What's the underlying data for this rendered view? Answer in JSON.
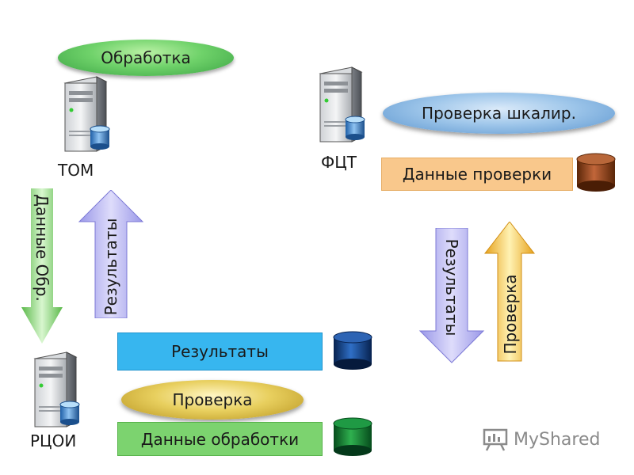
{
  "nodes": {
    "tom": {
      "label": "ТОМ"
    },
    "fct": {
      "label": "ФЦТ"
    },
    "rcoi": {
      "label": "РЦОИ"
    }
  },
  "processes": {
    "processing": "Обработка",
    "scale_check": "Проверка шкалир.",
    "check": "Проверка"
  },
  "data_blocks": {
    "check_data": "Данные проверки",
    "results": "Результаты",
    "processing_data": "Данные обработки"
  },
  "arrows": {
    "processing_data_down": "Данные Обр.",
    "results_up": "Результаты",
    "results_down": "Результаты",
    "check_up": "Проверка"
  },
  "colors": {
    "orange_db": "#8b4513",
    "navy_db": "#0f2f6b",
    "green_db": "#0d6b2a"
  },
  "watermark": {
    "text": "MyShared"
  }
}
